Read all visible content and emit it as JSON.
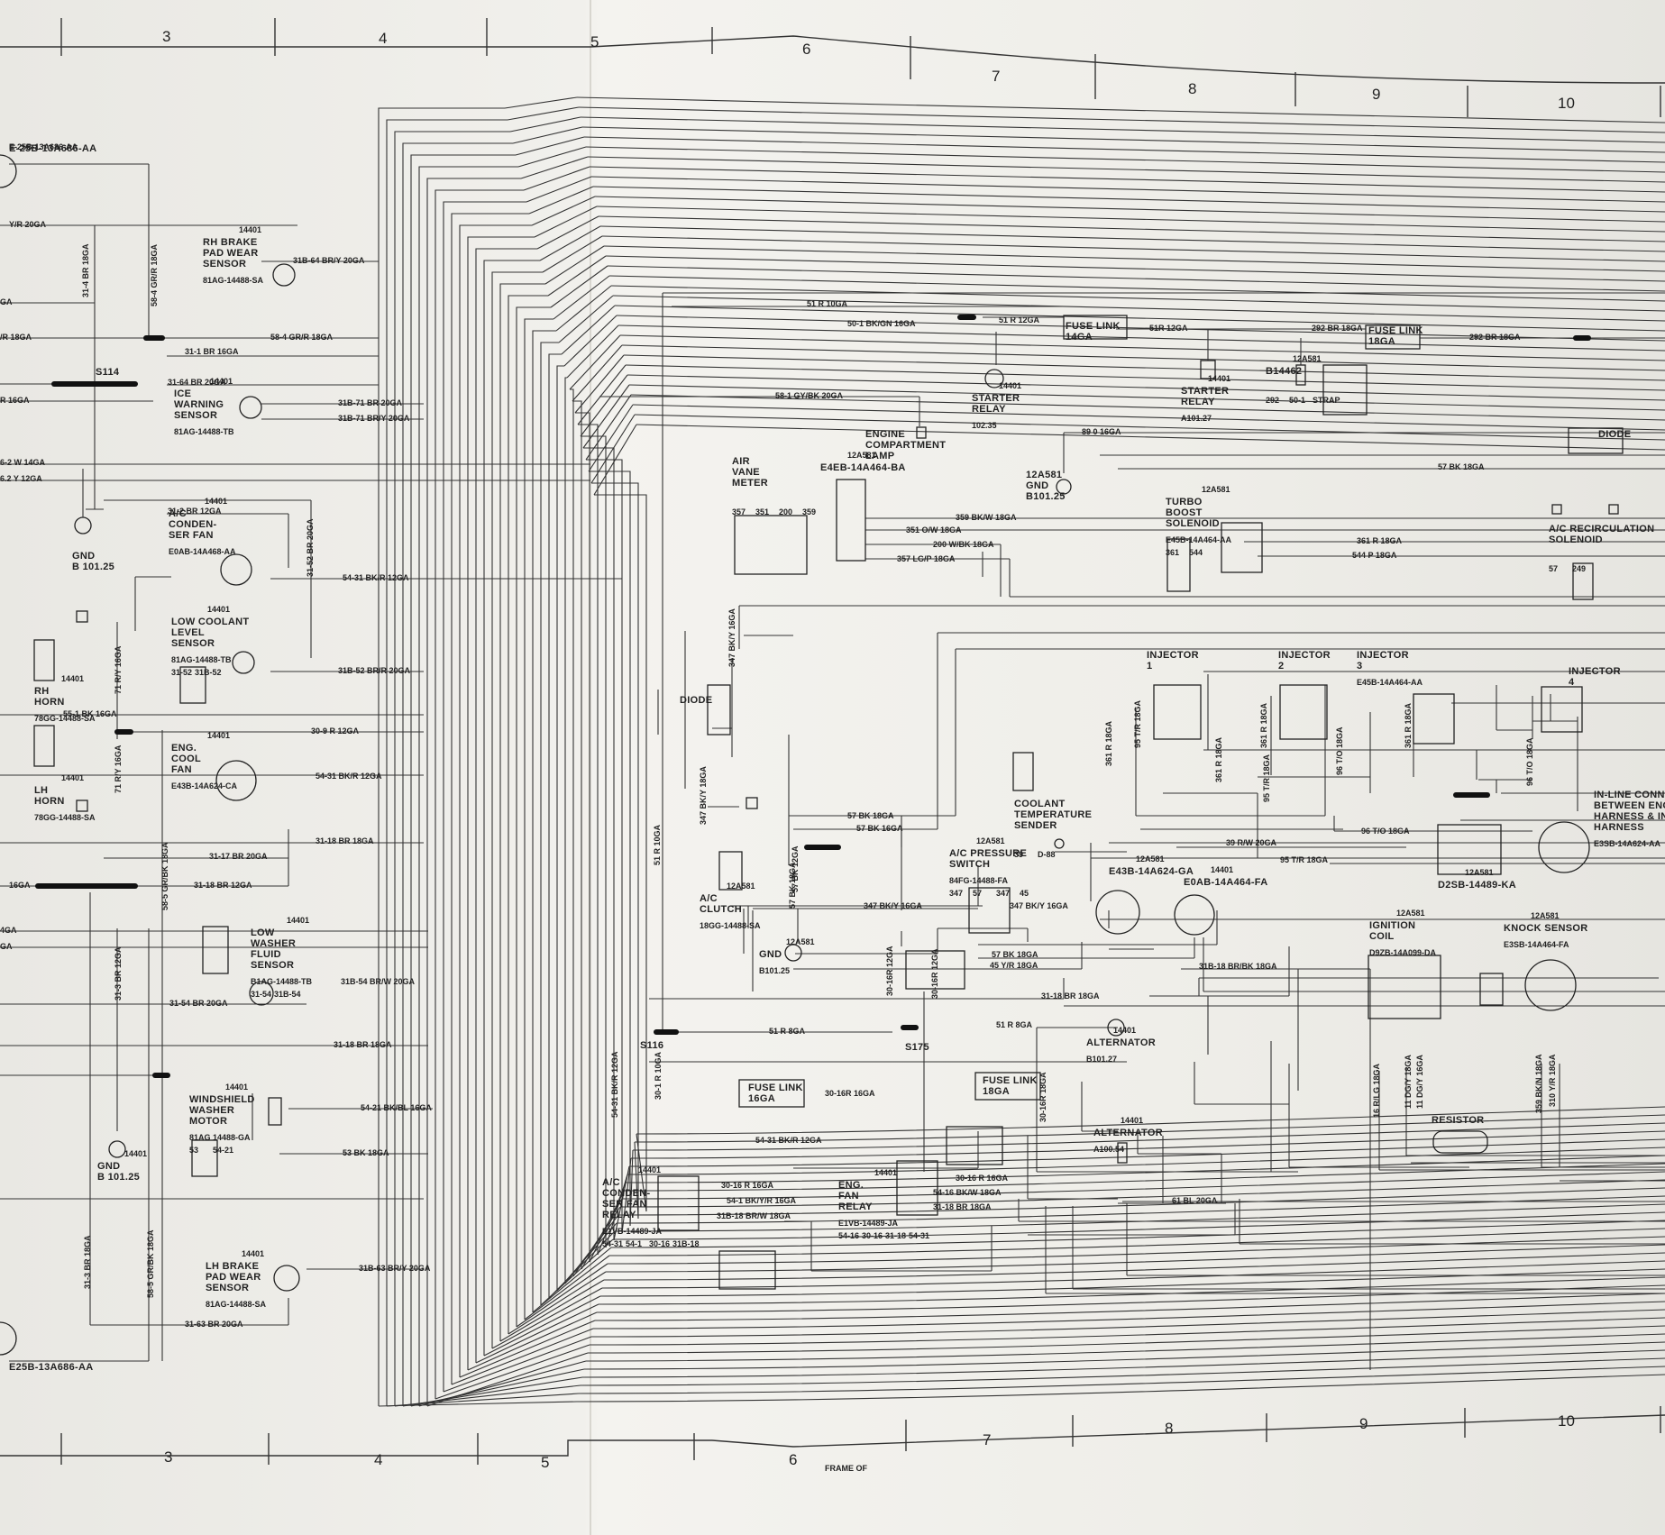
{
  "grid_top": [
    "3",
    "4",
    "5",
    "6",
    "7",
    "8",
    "9",
    "10"
  ],
  "grid_bottom": [
    "3",
    "4",
    "5",
    "6",
    "7",
    "8",
    "9",
    "10"
  ],
  "frame_note": "FRAME   OF",
  "components": [
    {
      "id": "e25b-top",
      "label": "E-25B-13A686-AA"
    },
    {
      "id": "rh-brake",
      "label": "RH BRAKE|PAD WEAR|SENSOR",
      "ref": "14401",
      "part": "81AG-14488-SA"
    },
    {
      "id": "ice-warn",
      "label": "ICE|WARNING|SENSOR",
      "ref": "14401",
      "part": "81AG-14488-TB"
    },
    {
      "id": "ac-fan",
      "label": "A/C|CONDEN-|SER FAN",
      "ref": "14401",
      "part": "E0AB-14A468-AA"
    },
    {
      "id": "low-coolant",
      "label": "LOW COOLANT|LEVEL|SENSOR",
      "ref": "14401",
      "part": "81AG-14488-TB",
      "pins": [
        "31-52",
        "31B-52"
      ]
    },
    {
      "id": "rh-horn",
      "label": "RH|HORN",
      "ref": "14401",
      "part": "78GG-14488-SA"
    },
    {
      "id": "lh-horn",
      "label": "LH|HORN",
      "ref": "14401",
      "part": "78GG-14488-SA"
    },
    {
      "id": "eng-fan",
      "label": "ENG.|COOL|FAN",
      "ref": "14401",
      "part": "E43B-14A624-CA"
    },
    {
      "id": "low-washer",
      "label": "LOW|WASHER|FLUID|SENSOR",
      "ref": "14401",
      "part": "B1AG-14488-TB",
      "pins": [
        "31-54",
        "31B-54"
      ]
    },
    {
      "id": "ws-washer",
      "label": "WINDSHIELD|WASHER|MOTOR",
      "ref": "14401",
      "part": "81AG 14488-GA",
      "pins": [
        "53",
        "54-21"
      ]
    },
    {
      "id": "lh-brake",
      "label": "LH BRAKE|PAD WEAR|SENSOR",
      "ref": "14401",
      "part": "81AG-14488-SA"
    },
    {
      "id": "e25b-bot",
      "label": "E25B-13A686-AA"
    },
    {
      "id": "gnd1",
      "label": "GND|B 101.25"
    },
    {
      "id": "gnd2",
      "label": "GND|B 101.25",
      "ref": "14401"
    },
    {
      "id": "s114",
      "label": "S114"
    },
    {
      "id": "air-vane",
      "label": "AIR|VANE|METER",
      "pins": [
        "357",
        "351",
        "200",
        "359"
      ]
    },
    {
      "id": "eng-lamp",
      "label": "ENGINE|COMPARTMENT|LAMP"
    },
    {
      "id": "conn-e4eb",
      "label": "E4EB-14A464-BA",
      "ref": "12A581"
    },
    {
      "id": "starter-relay1",
      "label": "STARTER|RELAY",
      "ref": "14401",
      "part": "102.35"
    },
    {
      "id": "fuse14",
      "label": "FUSE LINK|14GA"
    },
    {
      "id": "starter-relay2",
      "label": "STARTER|RELAY",
      "ref": "14401",
      "part": "A101.27"
    },
    {
      "id": "strap",
      "label": "B14462",
      "ref": "12A581",
      "pins": [
        "292",
        "50-1",
        "STRAP"
      ]
    },
    {
      "id": "fuse18a",
      "label": "FUSE LINK|18GA"
    },
    {
      "id": "gnd-12a",
      "label": "12A581|GND|B101.25"
    },
    {
      "id": "turbo",
      "label": "TURBO|BOOST|SOLENOID",
      "ref": "12A581",
      "part": "E45B-14A464-AA",
      "pins": [
        "361",
        "544"
      ]
    },
    {
      "id": "diode-r",
      "label": "DIODE"
    },
    {
      "id": "ac-recirc",
      "label": "A/C RECIRCULATION|SOLENOID",
      "pins": [
        "57",
        "249"
      ]
    },
    {
      "id": "diode-l",
      "label": "DIODE"
    },
    {
      "id": "ac-clutch",
      "label": "A/C|CLUTCH",
      "ref": "12A581",
      "part": "18GG-14488-SA"
    },
    {
      "id": "gnd3",
      "label": "GND",
      "part": "B101.25",
      "ref": "12A581"
    },
    {
      "id": "coolant-temp",
      "label": "COOLANT|TEMPERATURE|SENDER",
      "pins": [
        "39",
        "D-88"
      ]
    },
    {
      "id": "ac-press",
      "label": "A/C PRESSURE|SWITCH",
      "ref": "12A581",
      "part": "84FG-14488-FA",
      "pins": [
        "347",
        "57",
        "347",
        "45"
      ]
    },
    {
      "id": "e43b",
      "label": "E43B-14A624-GA",
      "ref": "12A581"
    },
    {
      "id": "e0ab",
      "label": "E0AB-14A464-FA",
      "ref": "14401"
    },
    {
      "id": "inj1",
      "label": "INJECTOR|1"
    },
    {
      "id": "inj2",
      "label": "INJECTOR|2"
    },
    {
      "id": "inj3",
      "label": "INJECTOR|3",
      "part": "E45B-14A464-AA"
    },
    {
      "id": "inj4",
      "label": "INJECTOR|4"
    },
    {
      "id": "d2sb",
      "label": "D2SB-14489-KA",
      "ref": "12A581"
    },
    {
      "id": "inline",
      "label": "IN-LINE CONN|BETWEEN ENG|HARNESS & IN|HARNESS",
      "part": "E3SB-14A624-AA"
    },
    {
      "id": "s116",
      "label": "S116"
    },
    {
      "id": "s175",
      "label": "S175"
    },
    {
      "id": "alt1",
      "label": "ALTERNATOR",
      "ref": "14401",
      "part": "B101.27"
    },
    {
      "id": "fuse16a",
      "label": "FUSE LINK|16GA"
    },
    {
      "id": "fuse18b",
      "label": "FUSE LINK|18GA"
    },
    {
      "id": "alt2",
      "label": "ALTERNATOR",
      "ref": "14401",
      "part": "A100.54"
    },
    {
      "id": "ac-relay",
      "label": "A/C|CONDEN-|SER FAN|RELAY",
      "ref": "14401",
      "part": "E1VB-14489-JA",
      "pins": [
        "54-31",
        "54-1",
        "30-16",
        "31B-18"
      ]
    },
    {
      "id": "fan-relay",
      "label": "ENG.|FAN|RELAY",
      "ref": "14401",
      "part": "E1VB-14489-JA",
      "pins": [
        "54-16",
        "30-16",
        "31-18",
        "54-31"
      ]
    },
    {
      "id": "ign-coil",
      "label": "IGNITION|COIL",
      "ref": "12A581",
      "part": "D9ZB-14A099-DA"
    },
    {
      "id": "knock",
      "label": "KNOCK SENSOR",
      "ref": "12A581",
      "part": "E3SB-14A464-FA"
    },
    {
      "id": "resistor",
      "label": "RESISTOR"
    }
  ],
  "wire_labels": [
    "E-25B-13A686-AA",
    "Y/R 20GA",
    "31-4 BR 18GA",
    "58-4 GR/R 18GA",
    "GA",
    "/R 18GA",
    "31-1 BR 16GA",
    "31-64 BR 20GA",
    "R 16GA",
    "6-2 W 14GA",
    "6.2 Y 12GA",
    "31B-64 BR/Y 20GA",
    "58-4 GR/R 18GA",
    "31B-71 BR 20GA",
    "31B-71 BR/Y 20GA",
    "31-2 BR 12GA",
    "31-52 BR 20GA",
    "54-31 BK/R 12GA",
    "31B-52 BR/R 20GA",
    "71 R/Y 16GA",
    "55-1 BK 16GA",
    "30-9 R 12GA",
    "54-31 BK/R 12GA",
    "71 R/Y 16GA",
    "31-18 BR 18GA",
    "31-17 BR 20GA",
    "31-18 BR 12GA",
    "16GA",
    "4GA",
    "GA",
    "58-5 GR/BK 18GA",
    "31-3 BR 12GA",
    "31B-54 BR/W 20GA",
    "31-54 BR 20GA",
    "31-18 BR 18GA",
    "54-21 BK/BL 16GA",
    "53 BK 18GA",
    "31-3 BR 18GA",
    "58-5 GR/BK 18GA",
    "31B-63 BR/Y 20GA",
    "31-63 BR 20GA",
    "51 R 10GA",
    "50-1 BK/GN 16GA",
    "51 R 12GA",
    "51R 12GA",
    "292 BR 18GA",
    "292 BR 18GA",
    "58-1 GY/BK 20GA",
    "89 0 16GA",
    "57 BK 18GA",
    "359 BK/W 18GA",
    "351 O/W 18GA",
    "200 W/BK 18GA",
    "357 LG/P 18GA",
    "361 R 18GA",
    "544 P 18GA",
    "347 BK/Y 16GA",
    "57 BK 18GA",
    "347 BK/Y 18GA",
    "57 BK 18GA",
    "57 BK 16GA",
    "57 BK 12GA",
    "347 BK/Y 16GA",
    "347 BK/Y 16GA",
    "57 BK 18GA",
    "45 Y/R 18GA",
    "31-18 BR 18GA",
    "31B-18 BR/BK 18GA",
    "39 R/W 20GA",
    "95 T/R 18GA",
    "96 T/O 18GA",
    "361 R 18GA",
    "95 T/R 18GA",
    "361 R 18GA",
    "95 T/R 18GA",
    "361 R 18GA",
    "96 T/O 18GA",
    "361 R 18GA",
    "96 T/O 18GA",
    "51 R 10GA",
    "51 R 8GA",
    "51 R 8GA",
    "30-16R 12GA",
    "30-16R 12GA",
    "30-1 R 10GA",
    "54-31 BK/R 12GA",
    "30-16R 16GA",
    "54-31 BK/R 12GA",
    "30-16 R 16GA",
    "54-1 BK/Y/R 16GA",
    "31B-18 BR/W 18GA",
    "30-16R 18GA",
    "30-16 R 16GA",
    "54-16 BK/W 18GA",
    "31-18 BR 18GA",
    "61 BL 20GA",
    "16 R/LG 18GA",
    "11 DG/Y 18GA",
    "11 DG/Y 16GA",
    "359 BK/N 18GA",
    "310 Y/R 18GA"
  ],
  "colors": {
    "paper": "#efeee9",
    "ink": "#222222",
    "splice": "#111111"
  }
}
